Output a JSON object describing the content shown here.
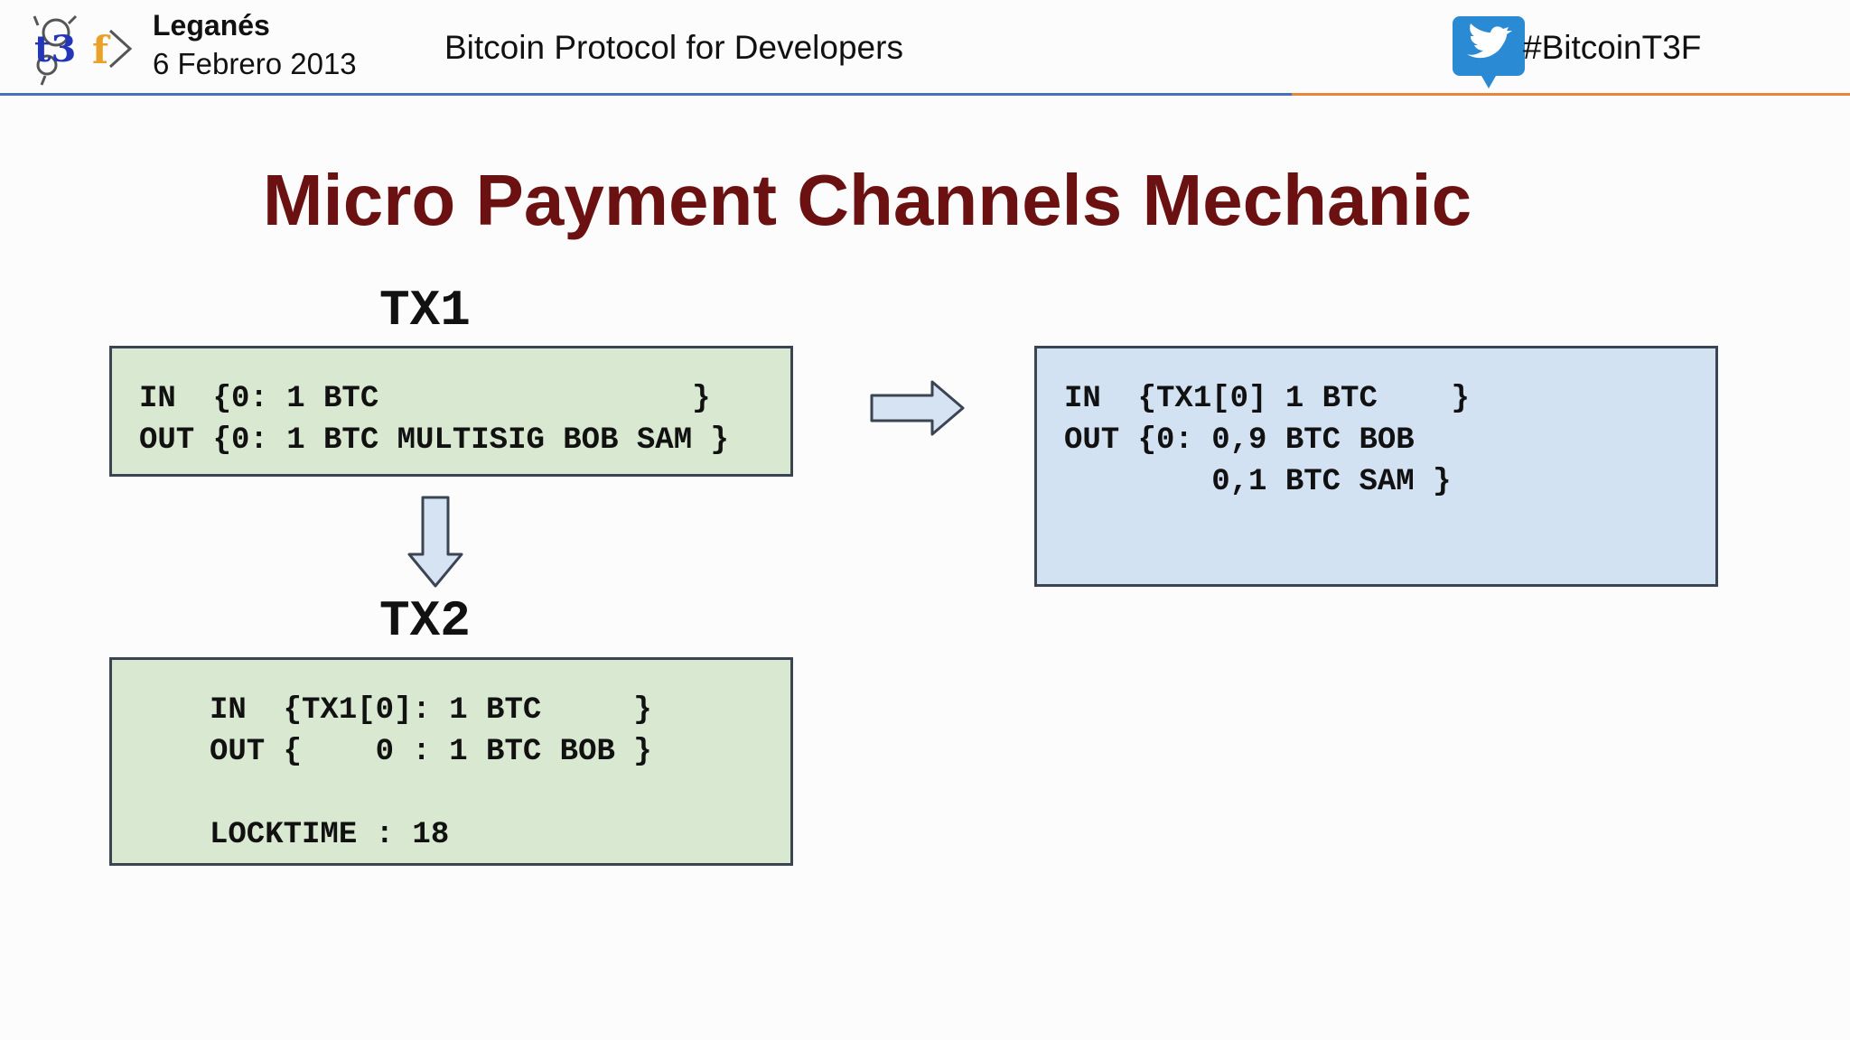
{
  "header": {
    "location_city": "Leganés",
    "location_date": "6 Febrero 2013",
    "conference_title": "Bitcoin Protocol for Developers",
    "hashtag": "#BitcoinT3F",
    "logo_text": "t3f",
    "icons": {
      "logo": "t3f-logo",
      "twitter": "twitter-bird-icon"
    },
    "colors": {
      "rule_left": "#4a6fb5",
      "rule_right": "#e8853b"
    }
  },
  "slide": {
    "title": "Micro Payment Channels Mechanic",
    "title_color": "#6b1111"
  },
  "tx1": {
    "label": "TX1",
    "lines": [
      "IN  {0: 1 BTC                 }",
      "OUT {0: 1 BTC MULTISIG BOB SAM }"
    ]
  },
  "tx2": {
    "label": "TX2",
    "lines": [
      "IN  {TX1[0]: 1 BTC     }",
      "OUT {    0 : 1 BTC BOB }",
      "",
      "LOCKTIME : 18"
    ]
  },
  "tx3": {
    "lines": [
      "IN  {TX1[0] 1 BTC    }",
      "OUT {0: 0,9 BTC BOB",
      "        0,1 BTC SAM }"
    ]
  },
  "colors": {
    "green_box": "#d9e8d0",
    "blue_box": "#d3e2f2"
  }
}
